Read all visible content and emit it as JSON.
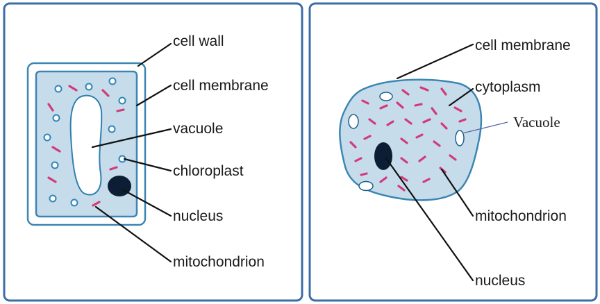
{
  "colors": {
    "panel_border": "#3b6ea5",
    "cytoplasm_fill": "#c6dcea",
    "membrane_stroke": "#3c86b3",
    "mitochondrion": "#d23a7a",
    "chloroplast": "#2e86b8",
    "nucleus": "#0c1e33"
  },
  "plant_cell": {
    "labels": {
      "cell_wall": "cell wall",
      "cell_membrane": "cell membrane",
      "vacuole": "vacuole",
      "chloroplast": "chloroplast",
      "nucleus": "nucleus",
      "mitochondrion": "mitochondrion"
    }
  },
  "animal_cell": {
    "labels": {
      "cell_membrane": "cell membrane",
      "cytoplasm": "cytoplasm",
      "vacuole": "Vacuole",
      "mitochondrion": "mitochondrion",
      "nucleus": "nucleus"
    }
  }
}
